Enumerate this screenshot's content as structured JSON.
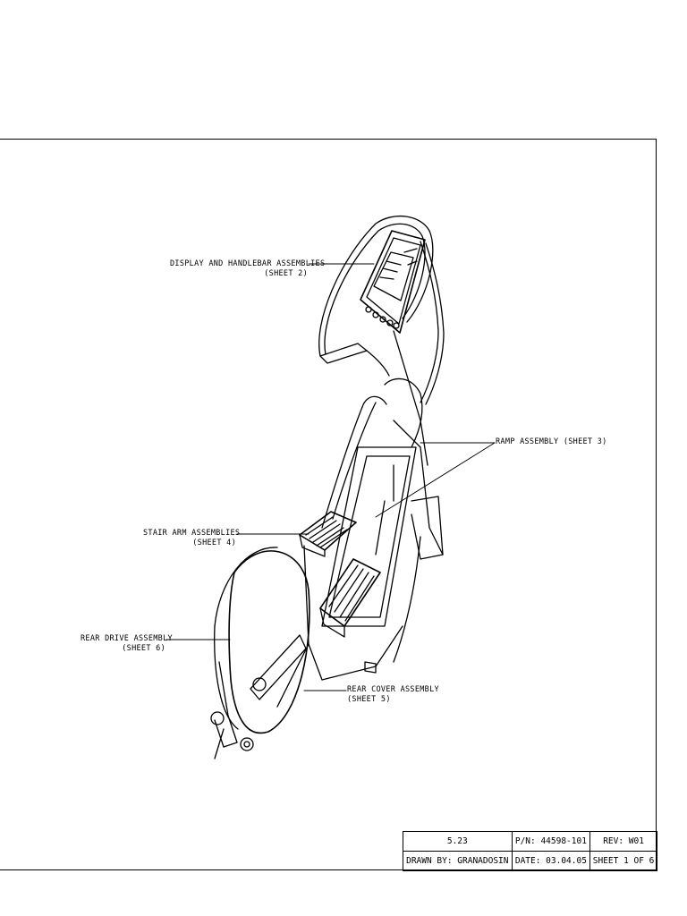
{
  "callouts": {
    "display": {
      "line1": "DISPLAY AND HANDLEBAR ASSEMBLIES",
      "line2": "(SHEET 2)"
    },
    "ramp": {
      "line1": "RAMP ASSEMBLY (SHEET 3)"
    },
    "stair": {
      "line1": "STAIR ARM ASSEMBLIES",
      "line2": "(SHEET 4)"
    },
    "rear_drive": {
      "line1": "REAR DRIVE ASSEMBLY",
      "line2": "(SHEET 6)"
    },
    "rear_cover": {
      "line1": "REAR COVER ASSEMBLY",
      "line2": "(SHEET 5)"
    }
  },
  "title_block": {
    "section": "5.23",
    "part_number": "P/N: 44598-101",
    "revision": "REV: W01",
    "drawn_by": "DRAWN BY: GRANADOSIN",
    "date": "DATE: 03.04.05",
    "sheet": "SHEET 1 OF 6"
  }
}
